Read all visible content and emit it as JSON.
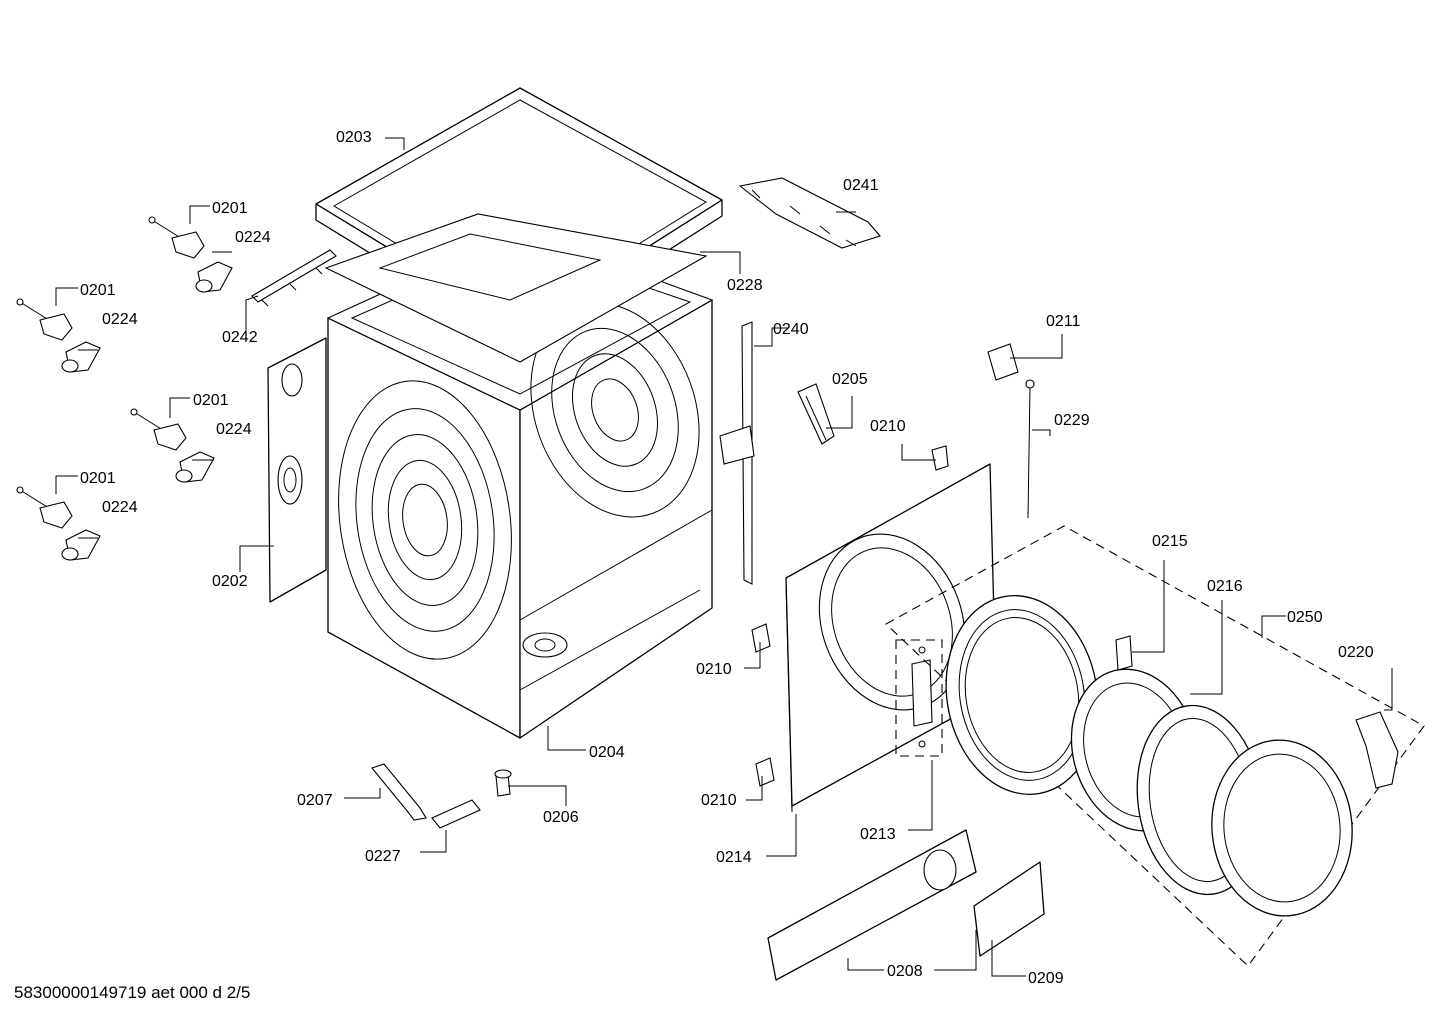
{
  "diagram": {
    "footer_ref": "58300000149719 aet 000 d 2/5",
    "callouts": [
      {
        "id": "c0203",
        "text": "0203"
      },
      {
        "id": "c0201a",
        "text": "0201"
      },
      {
        "id": "c0224a",
        "text": "0224"
      },
      {
        "id": "c0201b",
        "text": "0201"
      },
      {
        "id": "c0224b",
        "text": "0224"
      },
      {
        "id": "c0201c",
        "text": "0201"
      },
      {
        "id": "c0224c",
        "text": "0224"
      },
      {
        "id": "c0201d",
        "text": "0201"
      },
      {
        "id": "c0224d",
        "text": "0224"
      },
      {
        "id": "c0242",
        "text": "0242"
      },
      {
        "id": "c0228",
        "text": "0228"
      },
      {
        "id": "c0241",
        "text": "0241"
      },
      {
        "id": "c0240",
        "text": "0240"
      },
      {
        "id": "c0205",
        "text": "0205"
      },
      {
        "id": "c0211",
        "text": "0211"
      },
      {
        "id": "c0229",
        "text": "0229"
      },
      {
        "id": "c0210a",
        "text": "0210"
      },
      {
        "id": "c0202",
        "text": "0202"
      },
      {
        "id": "c0215",
        "text": "0215"
      },
      {
        "id": "c0216",
        "text": "0216"
      },
      {
        "id": "c0250",
        "text": "0250"
      },
      {
        "id": "c0220",
        "text": "0220"
      },
      {
        "id": "c0210b",
        "text": "0210"
      },
      {
        "id": "c0204",
        "text": "0204"
      },
      {
        "id": "c0207",
        "text": "0207"
      },
      {
        "id": "c0206",
        "text": "0206"
      },
      {
        "id": "c0210c",
        "text": "0210"
      },
      {
        "id": "c0213",
        "text": "0213"
      },
      {
        "id": "c0227",
        "text": "0227"
      },
      {
        "id": "c0214",
        "text": "0214"
      },
      {
        "id": "c0208",
        "text": "0208"
      },
      {
        "id": "c0209",
        "text": "0209"
      }
    ]
  }
}
